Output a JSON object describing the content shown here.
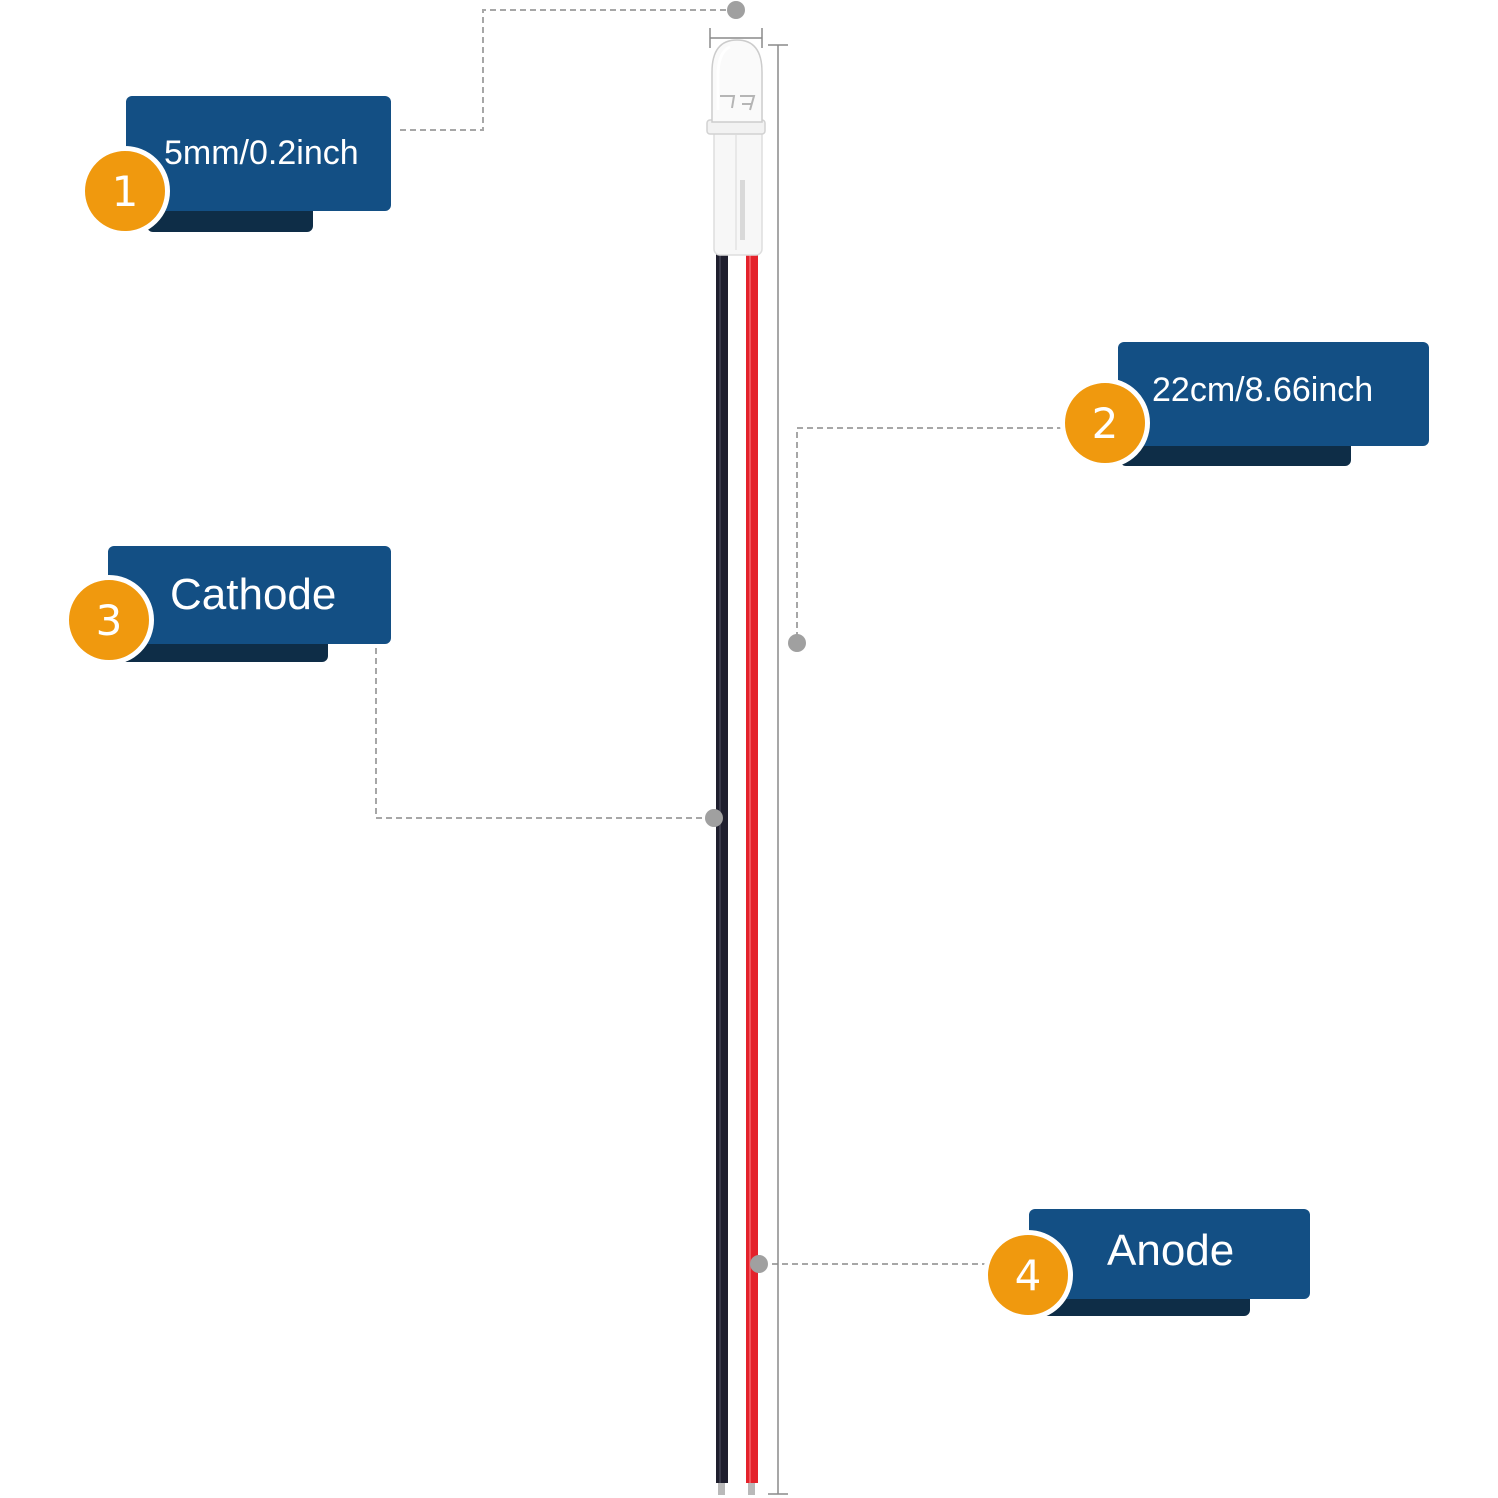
{
  "colors": {
    "label_box": "#134f84",
    "label_shadow": "#0e2d47",
    "badge": "#f0990e",
    "leader": "#a7a7a7",
    "marker": "#a0a0a0",
    "wire_negative": "#1f1f2e",
    "wire_positive": "#e4222b"
  },
  "callouts": [
    {
      "number": "1",
      "text": "5mm/0.2inch",
      "target": "led-lens-diameter"
    },
    {
      "number": "2",
      "text": "22cm/8.66inch",
      "target": "total-length"
    },
    {
      "number": "3",
      "text": "Cathode",
      "target": "black-wire"
    },
    {
      "number": "4",
      "text": "Anode",
      "target": "red-wire"
    }
  ],
  "component": {
    "type": "led-with-wire-leads",
    "lens_color": "clear",
    "sleeve_color": "white",
    "wires": [
      "black",
      "red"
    ]
  }
}
